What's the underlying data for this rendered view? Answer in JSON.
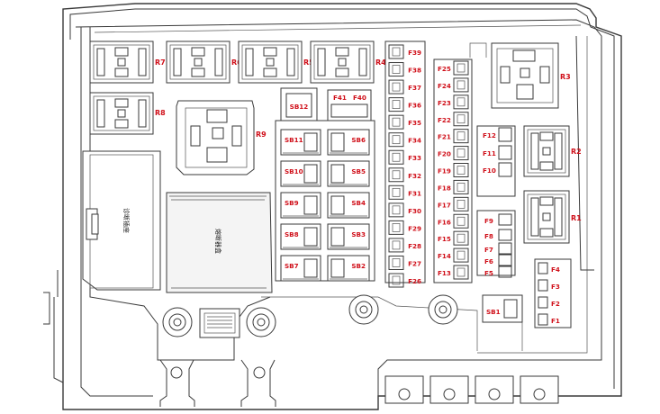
{
  "diagram": {
    "relays_top": [
      "R7",
      "R6",
      "R5",
      "R4"
    ],
    "relays_other": {
      "r8": "R8",
      "r9": "R9",
      "r3": "R3",
      "r2": "R2",
      "r1": "R1"
    },
    "sb_left": [
      "SB11",
      "SB10",
      "SB9",
      "SB8",
      "SB7"
    ],
    "sb_right": [
      "SB6",
      "SB5",
      "SB4",
      "SB3",
      "SB2"
    ],
    "sb_top": "SB12",
    "sb1": "SB1",
    "f_top_pair": [
      "F41",
      "F40"
    ],
    "fuses_col_a": [
      "F39",
      "F38",
      "F37",
      "F36",
      "F35",
      "F34",
      "F33",
      "F32",
      "F31",
      "F30",
      "F29",
      "F28",
      "F27",
      "F26"
    ],
    "fuses_col_b": [
      "F25",
      "F24",
      "F23",
      "F22",
      "F21",
      "F20",
      "F19",
      "F18",
      "F17",
      "F16",
      "F15",
      "F14",
      "F13"
    ],
    "fuses_mid_top": [
      "F12",
      "F11",
      "F10"
    ],
    "fuses_mid_bottom": [
      "F9",
      "F8",
      "F7",
      "F6",
      "F5"
    ],
    "fuses_bottom_right": [
      "F4",
      "F3",
      "F2",
      "F1"
    ],
    "cn_text_1": "诊断插座",
    "cn_text_2": "熔断器盒"
  }
}
